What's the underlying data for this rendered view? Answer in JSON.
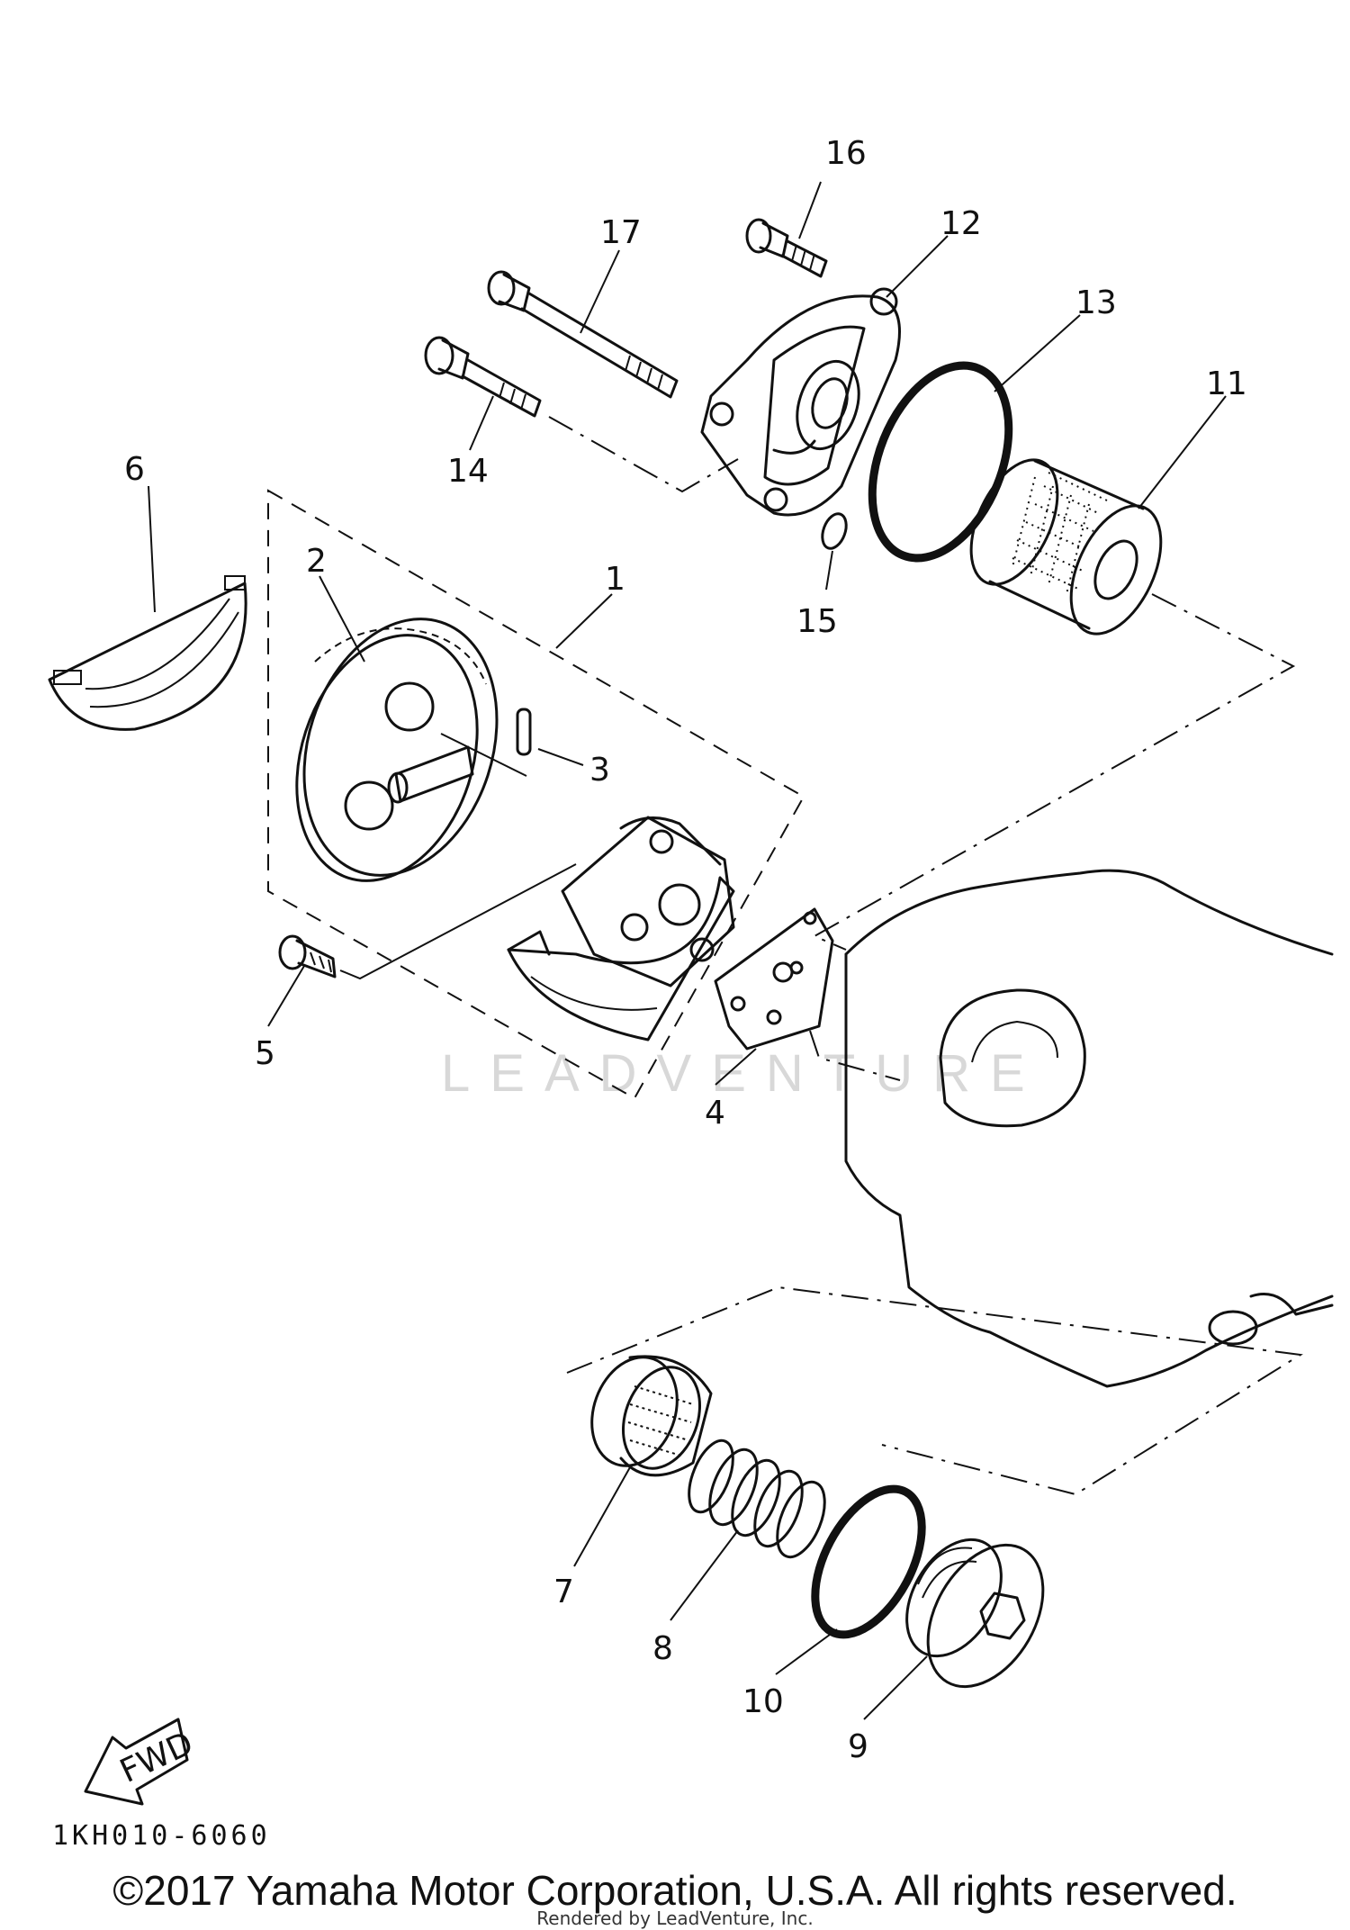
{
  "diagram": {
    "callouts": {
      "c1": "1",
      "c2": "2",
      "c3": "3",
      "c4": "4",
      "c5": "5",
      "c6": "6",
      "c7": "7",
      "c8": "8",
      "c9": "9",
      "c10": "10",
      "c11": "11",
      "c12": "12",
      "c13": "13",
      "c14": "14",
      "c15": "15",
      "c16": "16",
      "c17": "17"
    },
    "fwd_label": "FWD",
    "watermark": "LEADVENTURE",
    "diagram_code": "1KH010-6060"
  },
  "footer": {
    "copyright": "©2017 Yamaha Motor Corporation, U.S.A. All rights reserved.",
    "rendered_by": "Rendered by LeadVenture, Inc."
  }
}
